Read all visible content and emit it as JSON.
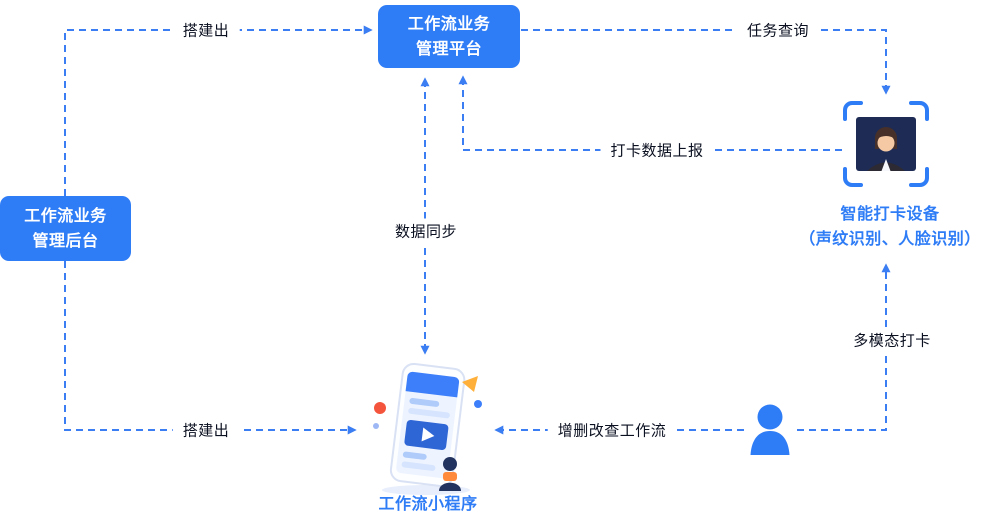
{
  "diagram": {
    "nodes": {
      "platform": {
        "line1": "工作流业务",
        "line2": "管理平台"
      },
      "backend": {
        "line1": "工作流业务",
        "line2": "管理后台"
      },
      "device": {
        "title": "智能打卡设备",
        "subtitle": "（声纹识别、人脸识别）"
      },
      "miniprogram": {
        "title": "工作流小程序"
      }
    },
    "edges": {
      "build_platform": {
        "label": "搭建出",
        "from": "backend",
        "to": "platform"
      },
      "task_query": {
        "label": "任务查询",
        "from": "platform",
        "to": "device"
      },
      "checkin_report": {
        "label": "打卡数据上报",
        "from": "device",
        "to": "platform"
      },
      "data_sync": {
        "label": "数据同步",
        "from": "platform",
        "to": "miniprogram",
        "bidirectional": true
      },
      "build_miniprogram": {
        "label": "搭建出",
        "from": "backend",
        "to": "miniprogram"
      },
      "crud_workflow": {
        "label": "增删改查工作流",
        "from": "user",
        "to": "miniprogram"
      },
      "multimodal_checkin": {
        "label": "多模态打卡",
        "from": "user",
        "to": "device"
      }
    },
    "icons": {
      "device": "face-recognition-device-icon",
      "user": "user-icon",
      "miniprogram": "smartphone-illustration"
    },
    "colors": {
      "primary": "#2E7CF6",
      "arrow": "#3B7DF2",
      "label_text": "#0B1020",
      "node_text": "#FFFFFF",
      "device_photo_bg": "#1E2B54"
    }
  }
}
